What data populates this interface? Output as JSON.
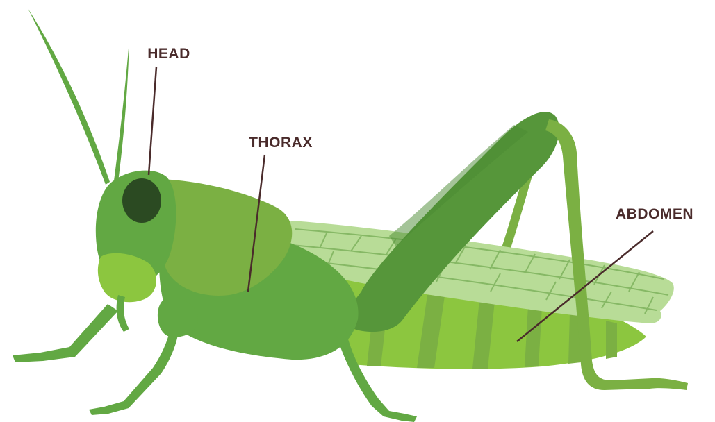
{
  "diagram": {
    "labels": {
      "head": "HEAD",
      "thorax": "THORAX",
      "abdomen": "ABDOMEN"
    },
    "colors": {
      "label_text": "#4a2b2b",
      "leader_line": "#4a2b2b",
      "body_mid_green": "#62a843",
      "body_dark_green": "#56963a",
      "body_light_green": "#8cc63f",
      "pronotum_green": "#7bb043",
      "wing_pale_green": "#b8dc97",
      "wing_vein": "#86b865",
      "eye_dark": "#2b4a22",
      "background": "#ffffff"
    }
  }
}
